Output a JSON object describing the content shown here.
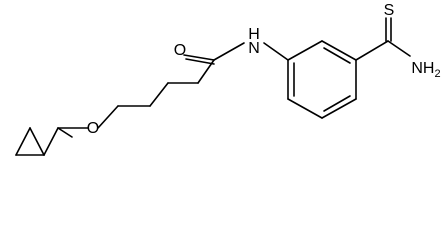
{
  "molecule": {
    "atoms": {
      "oxygen_ether": "O",
      "oxygen_carbonyl": "O",
      "nitrogen_amide": "N",
      "hydrogen_amide": "H",
      "sulfur_thioamide": "S",
      "amine_group": "NH",
      "amine_subscript": "2"
    }
  }
}
